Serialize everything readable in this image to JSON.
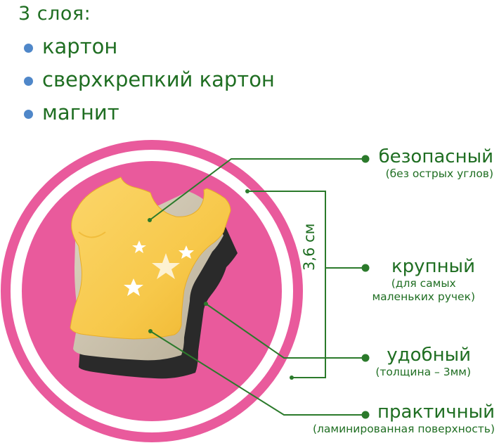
{
  "header": {
    "title": "3 слоя:",
    "layers": [
      {
        "label": "картон"
      },
      {
        "label": "сверхкрепкий картон"
      },
      {
        "label": "магнит"
      }
    ]
  },
  "dimension": {
    "label": "3,6 см"
  },
  "features": [
    {
      "title": "безопасный",
      "note": "(без острых углов)"
    },
    {
      "title": "крупный",
      "note_lines": [
        "(для самых",
        "маленьких ручек)"
      ]
    },
    {
      "title": "удобный",
      "note": "(толщина – 3мм)"
    },
    {
      "title": "практичный",
      "note": "(ламинированная поверхность)"
    }
  ],
  "colors": {
    "text_green": "#1f6e22",
    "line_green": "#2b7a2b",
    "bullet_blue": "#4f87c9",
    "circle_pink": "#e95a9c",
    "shirt_yellow": "#f7c84a",
    "layer_beige": "#cfc6b2",
    "layer_black": "#2a2a2a"
  }
}
